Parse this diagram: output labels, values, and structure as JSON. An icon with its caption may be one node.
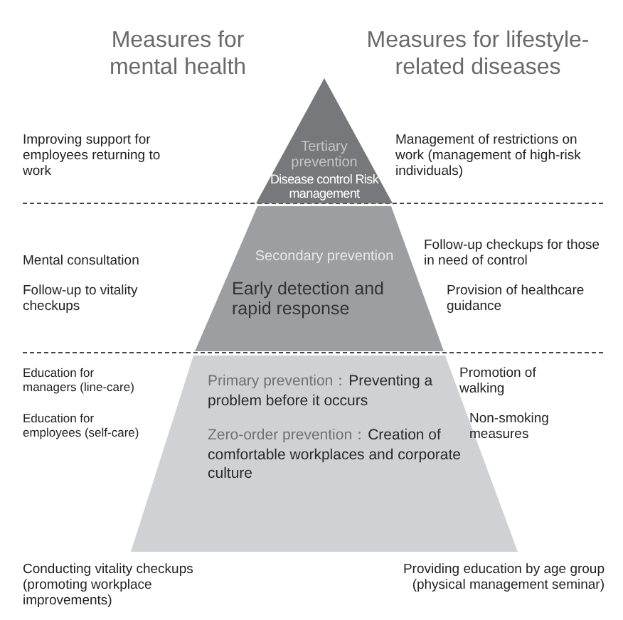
{
  "diagram": {
    "nodes": [
      {
        "text": [
          "Tertiary prevention",
          "Disease control Risk management"
        ]
      },
      {
        "text": [
          "Secondary prevention",
          "Early detection and rapid response"
        ]
      },
      {
        "text": [
          "Primary prevention：",
          "Preventing a problem before it occurs",
          "Zero-order prevention：",
          "Creation of comfortable workplaces and corporate culture"
        ]
      }
    ],
    "labels": [
      "Measures for mental health",
      "Measures for lifestyle-related diseases",
      "Improving support for employees returning to work",
      "Management of restrictions on work (management of high-risk individuals)",
      "Mental consultation",
      "Follow-up checkups for those in need of control",
      "Follow-up to vitality checkups",
      "Provision of healthcare guidance",
      "Education for managers (line-care)",
      "Promotion of walking",
      "Education for employees (self-care)",
      "Non-smoking measures",
      "Conducting vitality checkups (promoting workplace improvements)",
      "Providing education by age group (physical management seminar)"
    ]
  }
}
